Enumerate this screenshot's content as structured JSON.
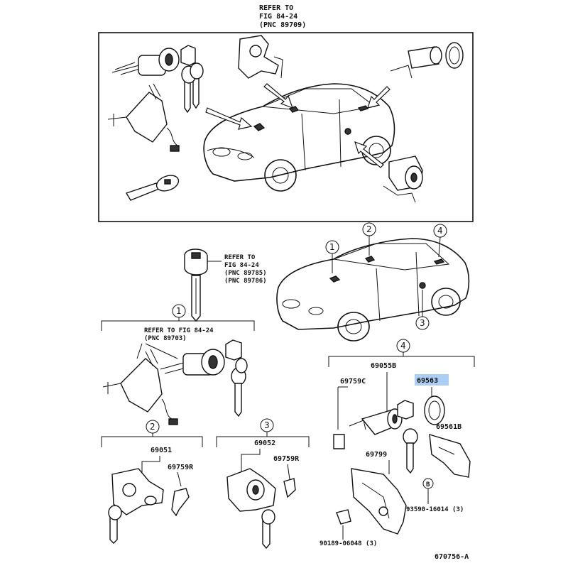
{
  "refs": {
    "top_refer": [
      "REFER TO",
      "FIG 84-24",
      "(PNC 89709)"
    ],
    "key_refer": [
      "REFER TO",
      "FIG 84-24",
      "(PNC 89785)",
      "(PNC 89786)"
    ],
    "group1_refer": [
      "REFER TO FIG 84-24",
      "(PNC 89703)"
    ]
  },
  "callouts": {
    "c1": "1",
    "c2": "2",
    "c3": "3",
    "c4": "4",
    "cB": "B"
  },
  "parts": {
    "p69051": "69051",
    "p69759r_a": "69759R",
    "p69052": "69052",
    "p69759r_b": "69759R",
    "p69055b": "69055B",
    "p69759c": "69759C",
    "p69563": "69563",
    "p69561b": "69561B",
    "p69799": "69799",
    "p93590": "93590-16014 (3)",
    "p90189": "90189-06048 (3)"
  },
  "highlight": {
    "part": "69563",
    "color": "#9fc6f2"
  },
  "figure_id": "670756-A"
}
